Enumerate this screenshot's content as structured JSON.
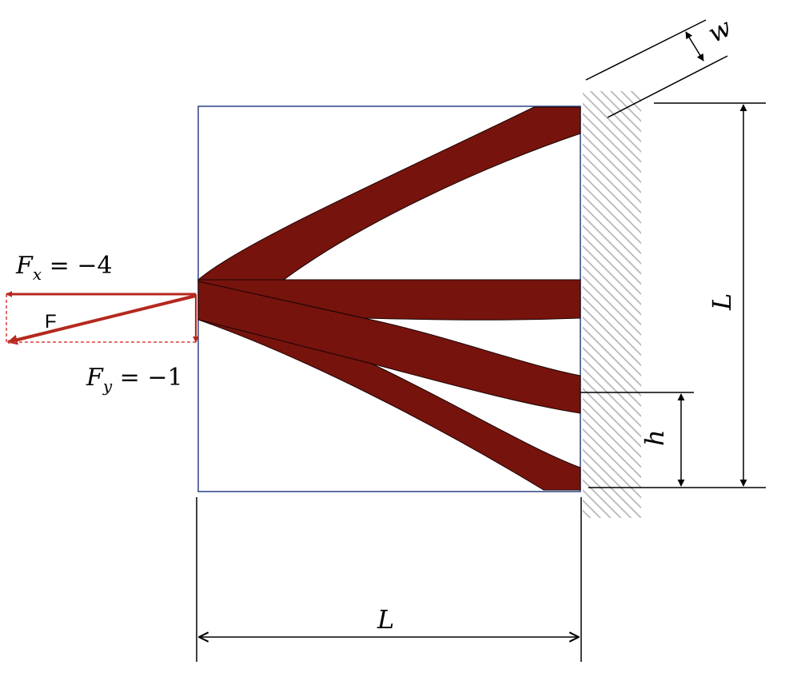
{
  "labels": {
    "fx_var": "F",
    "fx_sub": "x",
    "fx_rest": " = −4",
    "fy_var": "F",
    "fy_sub": "y",
    "fy_rest": " = −1",
    "force": "F",
    "width": "w",
    "length_right": "L",
    "length_bottom": "L",
    "height": "h"
  },
  "colors": {
    "truss_member": "#76130d",
    "force_arrow": "#b5281f",
    "design_domain_border": "#3a4f8a",
    "wall_hatch": "#b5b5b5",
    "dimension_line": "#000000"
  }
}
